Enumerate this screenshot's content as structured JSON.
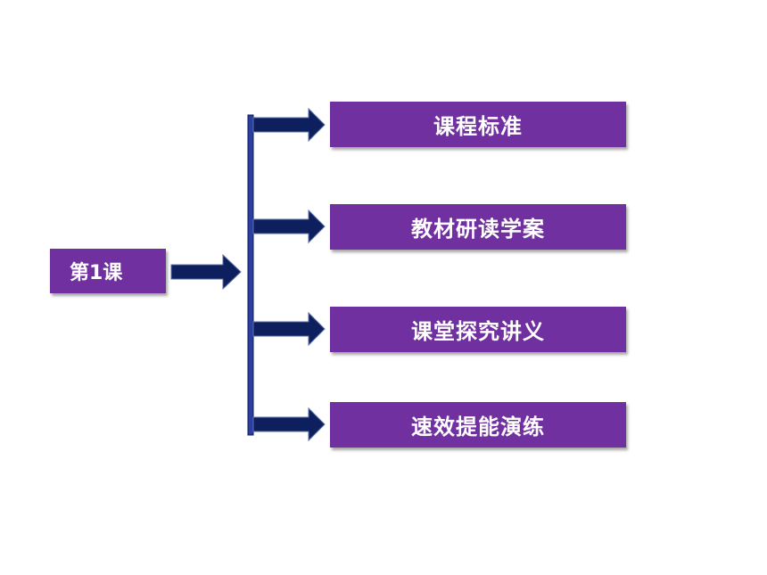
{
  "lesson": {
    "label": "第1课"
  },
  "sections": [
    {
      "label": "课程标准"
    },
    {
      "label": "教材研读学案"
    },
    {
      "label": "课堂探究讲义"
    },
    {
      "label": "速效提能演练"
    }
  ],
  "colors": {
    "box_fill": "#7030a0",
    "arrow": "#0d1f5c",
    "bracket": "#2c3fa0",
    "text": "#ffffff"
  }
}
